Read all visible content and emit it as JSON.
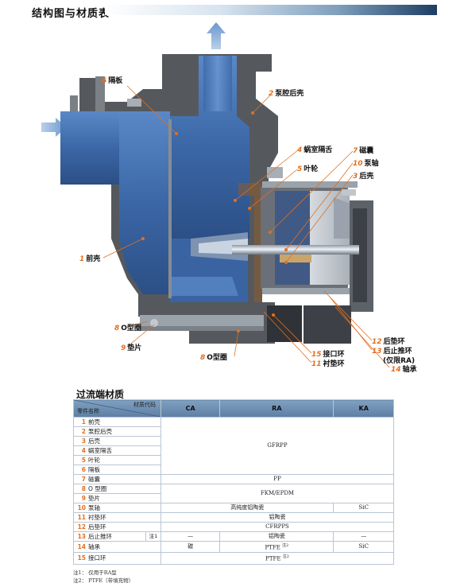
{
  "header": {
    "title": "结构图与材质表"
  },
  "labels": {
    "l6": {
      "num": "6",
      "text": "隔板"
    },
    "l2": {
      "num": "2",
      "text": "泵腔后壳"
    },
    "l4": {
      "num": "4",
      "text": "蜗室隔舌"
    },
    "l5": {
      "num": "5",
      "text": "叶轮"
    },
    "l7": {
      "num": "7",
      "text": "磁囊"
    },
    "l10": {
      "num": "10",
      "text": "泵轴"
    },
    "l3": {
      "num": "3",
      "text": "后壳"
    },
    "l1": {
      "num": "1",
      "text": "前壳"
    },
    "l8a": {
      "num": "8",
      "text": "O型圈"
    },
    "l9": {
      "num": "9",
      "text": "垫片"
    },
    "l8b": {
      "num": "8",
      "text": "O型圈"
    },
    "l15": {
      "num": "15",
      "text": "接口环"
    },
    "l11": {
      "num": "11",
      "text": "衬垫环"
    },
    "l12": {
      "num": "12",
      "text": "后垫环"
    },
    "l13": {
      "num": "13",
      "text": "后止推环"
    },
    "l13b": {
      "text": "(仅限RA)"
    },
    "l14": {
      "num": "14",
      "text": "轴承"
    }
  },
  "section2": {
    "title": "过流端材质"
  },
  "table": {
    "hdr_material": "材质代码",
    "hdr_part": "零件名称",
    "cols": [
      "CA",
      "RA",
      "KA"
    ],
    "rows": [
      {
        "num": "1",
        "name": "前壳"
      },
      {
        "num": "2",
        "name": "泵腔后壳"
      },
      {
        "num": "3",
        "name": "后壳"
      },
      {
        "num": "4",
        "name": "蜗室隔舌"
      },
      {
        "num": "5",
        "name": "叶轮"
      },
      {
        "num": "6",
        "name": "隔板"
      },
      {
        "num": "7",
        "name": "磁囊"
      },
      {
        "num": "8",
        "name": "O 型圈"
      },
      {
        "num": "9",
        "name": "垫片"
      },
      {
        "num": "10",
        "name": "泵轴"
      },
      {
        "num": "11",
        "name": "衬垫环"
      },
      {
        "num": "12",
        "name": "后垫环"
      },
      {
        "num": "13",
        "name": "后止推环",
        "note": "注1"
      },
      {
        "num": "14",
        "name": "轴承"
      },
      {
        "num": "15",
        "name": "接口环"
      }
    ],
    "vals": {
      "gfrpp": "GFRPP",
      "pp": "PP",
      "fkm": "FKM/EPDM",
      "alumina": "高纯度铝陶瓷",
      "sic": "SiC",
      "alu_ceram": "铝陶瓷",
      "cfrpps": "CFRPPS",
      "dash": "—",
      "alu_ceram2": "铝陶瓷",
      "carbon": "碳",
      "ptfe": "PTFE",
      "ptfe_note": "注2",
      "sic2": "SiC",
      "ptfe2": "PTFE",
      "ptfe2_note": "注2"
    }
  },
  "footnotes": {
    "f1": "注1：  仅用于RA型",
    "f2": "注2：  PTFE（带填充物）"
  },
  "colors": {
    "accent": "#e36f1e",
    "pump_blue": "#3f6ba8",
    "header_blue": "#5d7fa4"
  }
}
